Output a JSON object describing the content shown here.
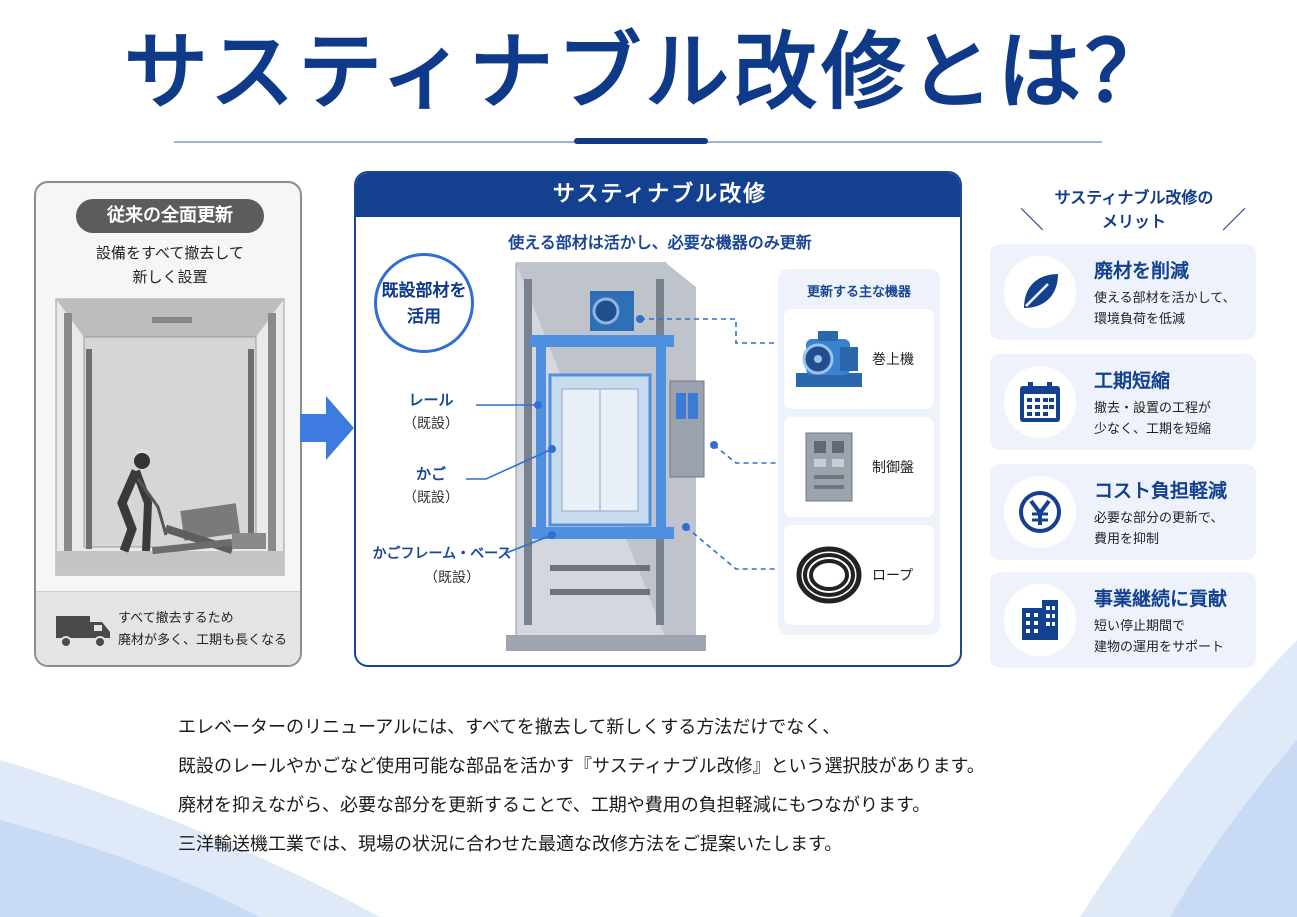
{
  "title": "サスティナブル改修とは？",
  "colors": {
    "primary": "#13418f",
    "accent": "#2f6fd4",
    "light": "#eef3fb",
    "gray": "#5c5c5c"
  },
  "old_panel": {
    "badge": "従来の全面更新",
    "desc": "設備をすべて撤去して\n新しく設置",
    "footer_icon": "truck-icon",
    "footer": "すべて撤去するため\n廃材が多く、工期も長くなる"
  },
  "main_panel": {
    "header": "サスティナブル改修",
    "subheader": "使える部材は活かし、必要な機器のみ更新",
    "reuse_circle": "既設部材を\n活用",
    "parts": [
      {
        "label": "レール",
        "note": "（既設）"
      },
      {
        "label": "かご",
        "note": "（既設）"
      },
      {
        "label": "かごフレーム・ベース",
        "note": "（既設）"
      }
    ],
    "equipment_title": "更新する主な機器",
    "equipment": [
      {
        "name": "巻上機",
        "icon": "traction-machine-icon"
      },
      {
        "name": "制御盤",
        "icon": "control-panel-icon"
      },
      {
        "name": "ロープ",
        "icon": "rope-icon"
      }
    ]
  },
  "merits": {
    "heading": "サスティナブル改修の\nメリット",
    "items": [
      {
        "title": "廃材を削減",
        "text": "使える部材を活かして、\n環境負荷を低減",
        "icon": "leaf-icon"
      },
      {
        "title": "工期短縮",
        "text": "撤去・設置の工程が\n少なく、工期を短縮",
        "icon": "calendar-icon"
      },
      {
        "title": "コスト負担軽減",
        "text": "必要な部分の更新で、\n費用を抑制",
        "icon": "yen-icon"
      },
      {
        "title": "事業継続に貢献",
        "text": "短い停止期間で\n建物の運用をサポート",
        "icon": "building-icon"
      }
    ]
  },
  "body_text": [
    "エレベーターのリニューアルには、すべてを撤去して新しくする方法だけでなく、",
    "既設のレールやかごなど使用可能な部品を活かす『サスティナブル改修』という選択肢があります。",
    "廃材を抑えながら、必要な部分を更新することで、工期や費用の負担軽減にもつながります。",
    "三洋輸送機工業では、現場の状況に合わせた最適な改修方法をご提案いたします。"
  ]
}
